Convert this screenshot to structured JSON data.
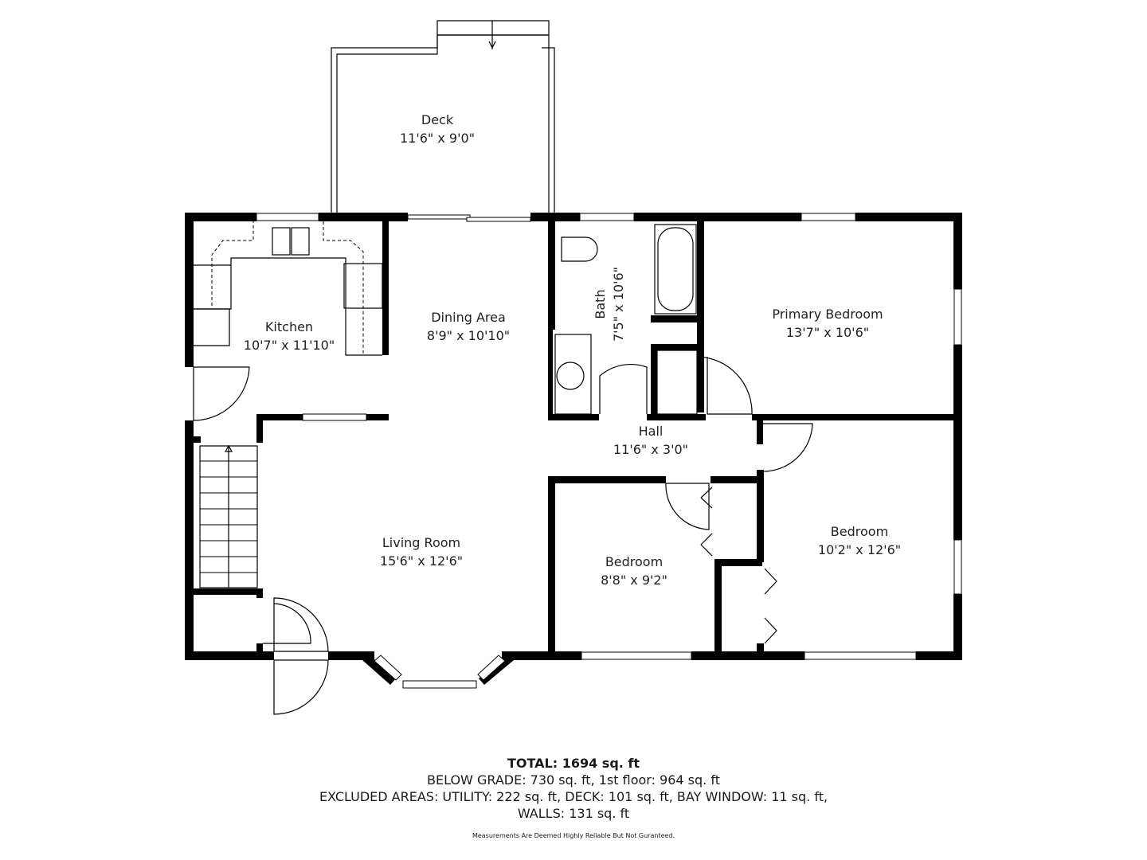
{
  "floorplan": {
    "rooms": [
      {
        "id": "deck",
        "name": "Deck",
        "dims": "11'6\" x 9'0\""
      },
      {
        "id": "kitchen",
        "name": "Kitchen",
        "dims": "10'7\" x 11'10\""
      },
      {
        "id": "dining",
        "name": "Dining Area",
        "dims": "8'9\" x 10'10\""
      },
      {
        "id": "bath",
        "name": "Bath",
        "dims": "7'5\" x 10'6\""
      },
      {
        "id": "primary",
        "name": "Primary Bedroom",
        "dims": "13'7\" x 10'6\""
      },
      {
        "id": "hall",
        "name": "Hall",
        "dims": "11'6\" x 3'0\""
      },
      {
        "id": "living",
        "name": "Living Room",
        "dims": "15'6\" x 12'6\""
      },
      {
        "id": "bedroom2",
        "name": "Bedroom",
        "dims": "8'8\" x 9'2\""
      },
      {
        "id": "bedroom3",
        "name": "Bedroom",
        "dims": "10'2\" x 12'6\""
      }
    ]
  },
  "summary": {
    "total": "TOTAL: 1694 sq. ft",
    "grade": "BELOW GRADE: 730 sq. ft, 1st floor: 964 sq. ft",
    "excluded": "EXCLUDED AREAS: UTILITY: 222 sq. ft, DECK: 101 sq. ft, BAY WINDOW: 11 sq. ft,",
    "walls": "WALLS: 131 sq. ft"
  },
  "disclaimer": "Measurements Are Deemed Highly Reliable But Not Guranteed."
}
